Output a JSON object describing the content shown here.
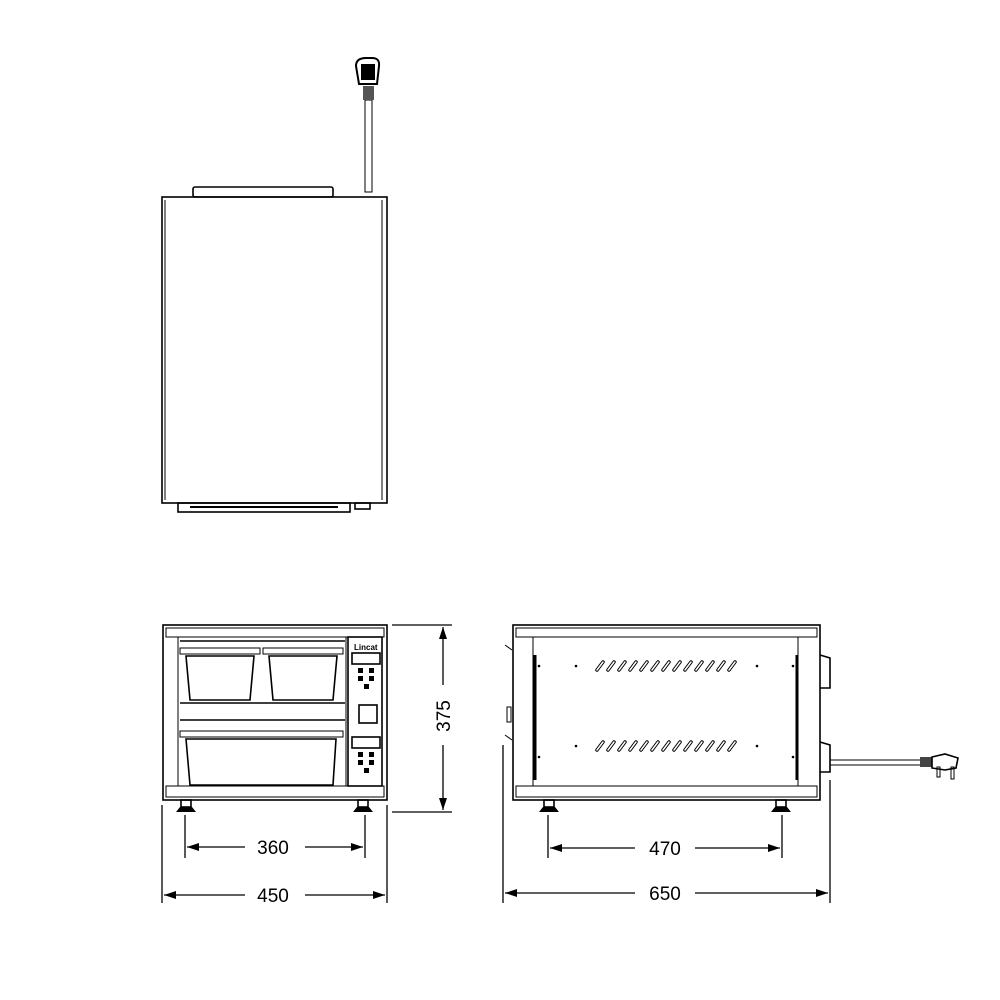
{
  "drawing": {
    "brand_logo": "Lincat",
    "views": [
      "top-view",
      "front-view",
      "side-view"
    ]
  },
  "dimensions": {
    "front_foot_spacing": "360",
    "front_width": "450",
    "height": "375",
    "side_foot_spacing": "470",
    "side_depth": "650"
  },
  "units": "mm"
}
